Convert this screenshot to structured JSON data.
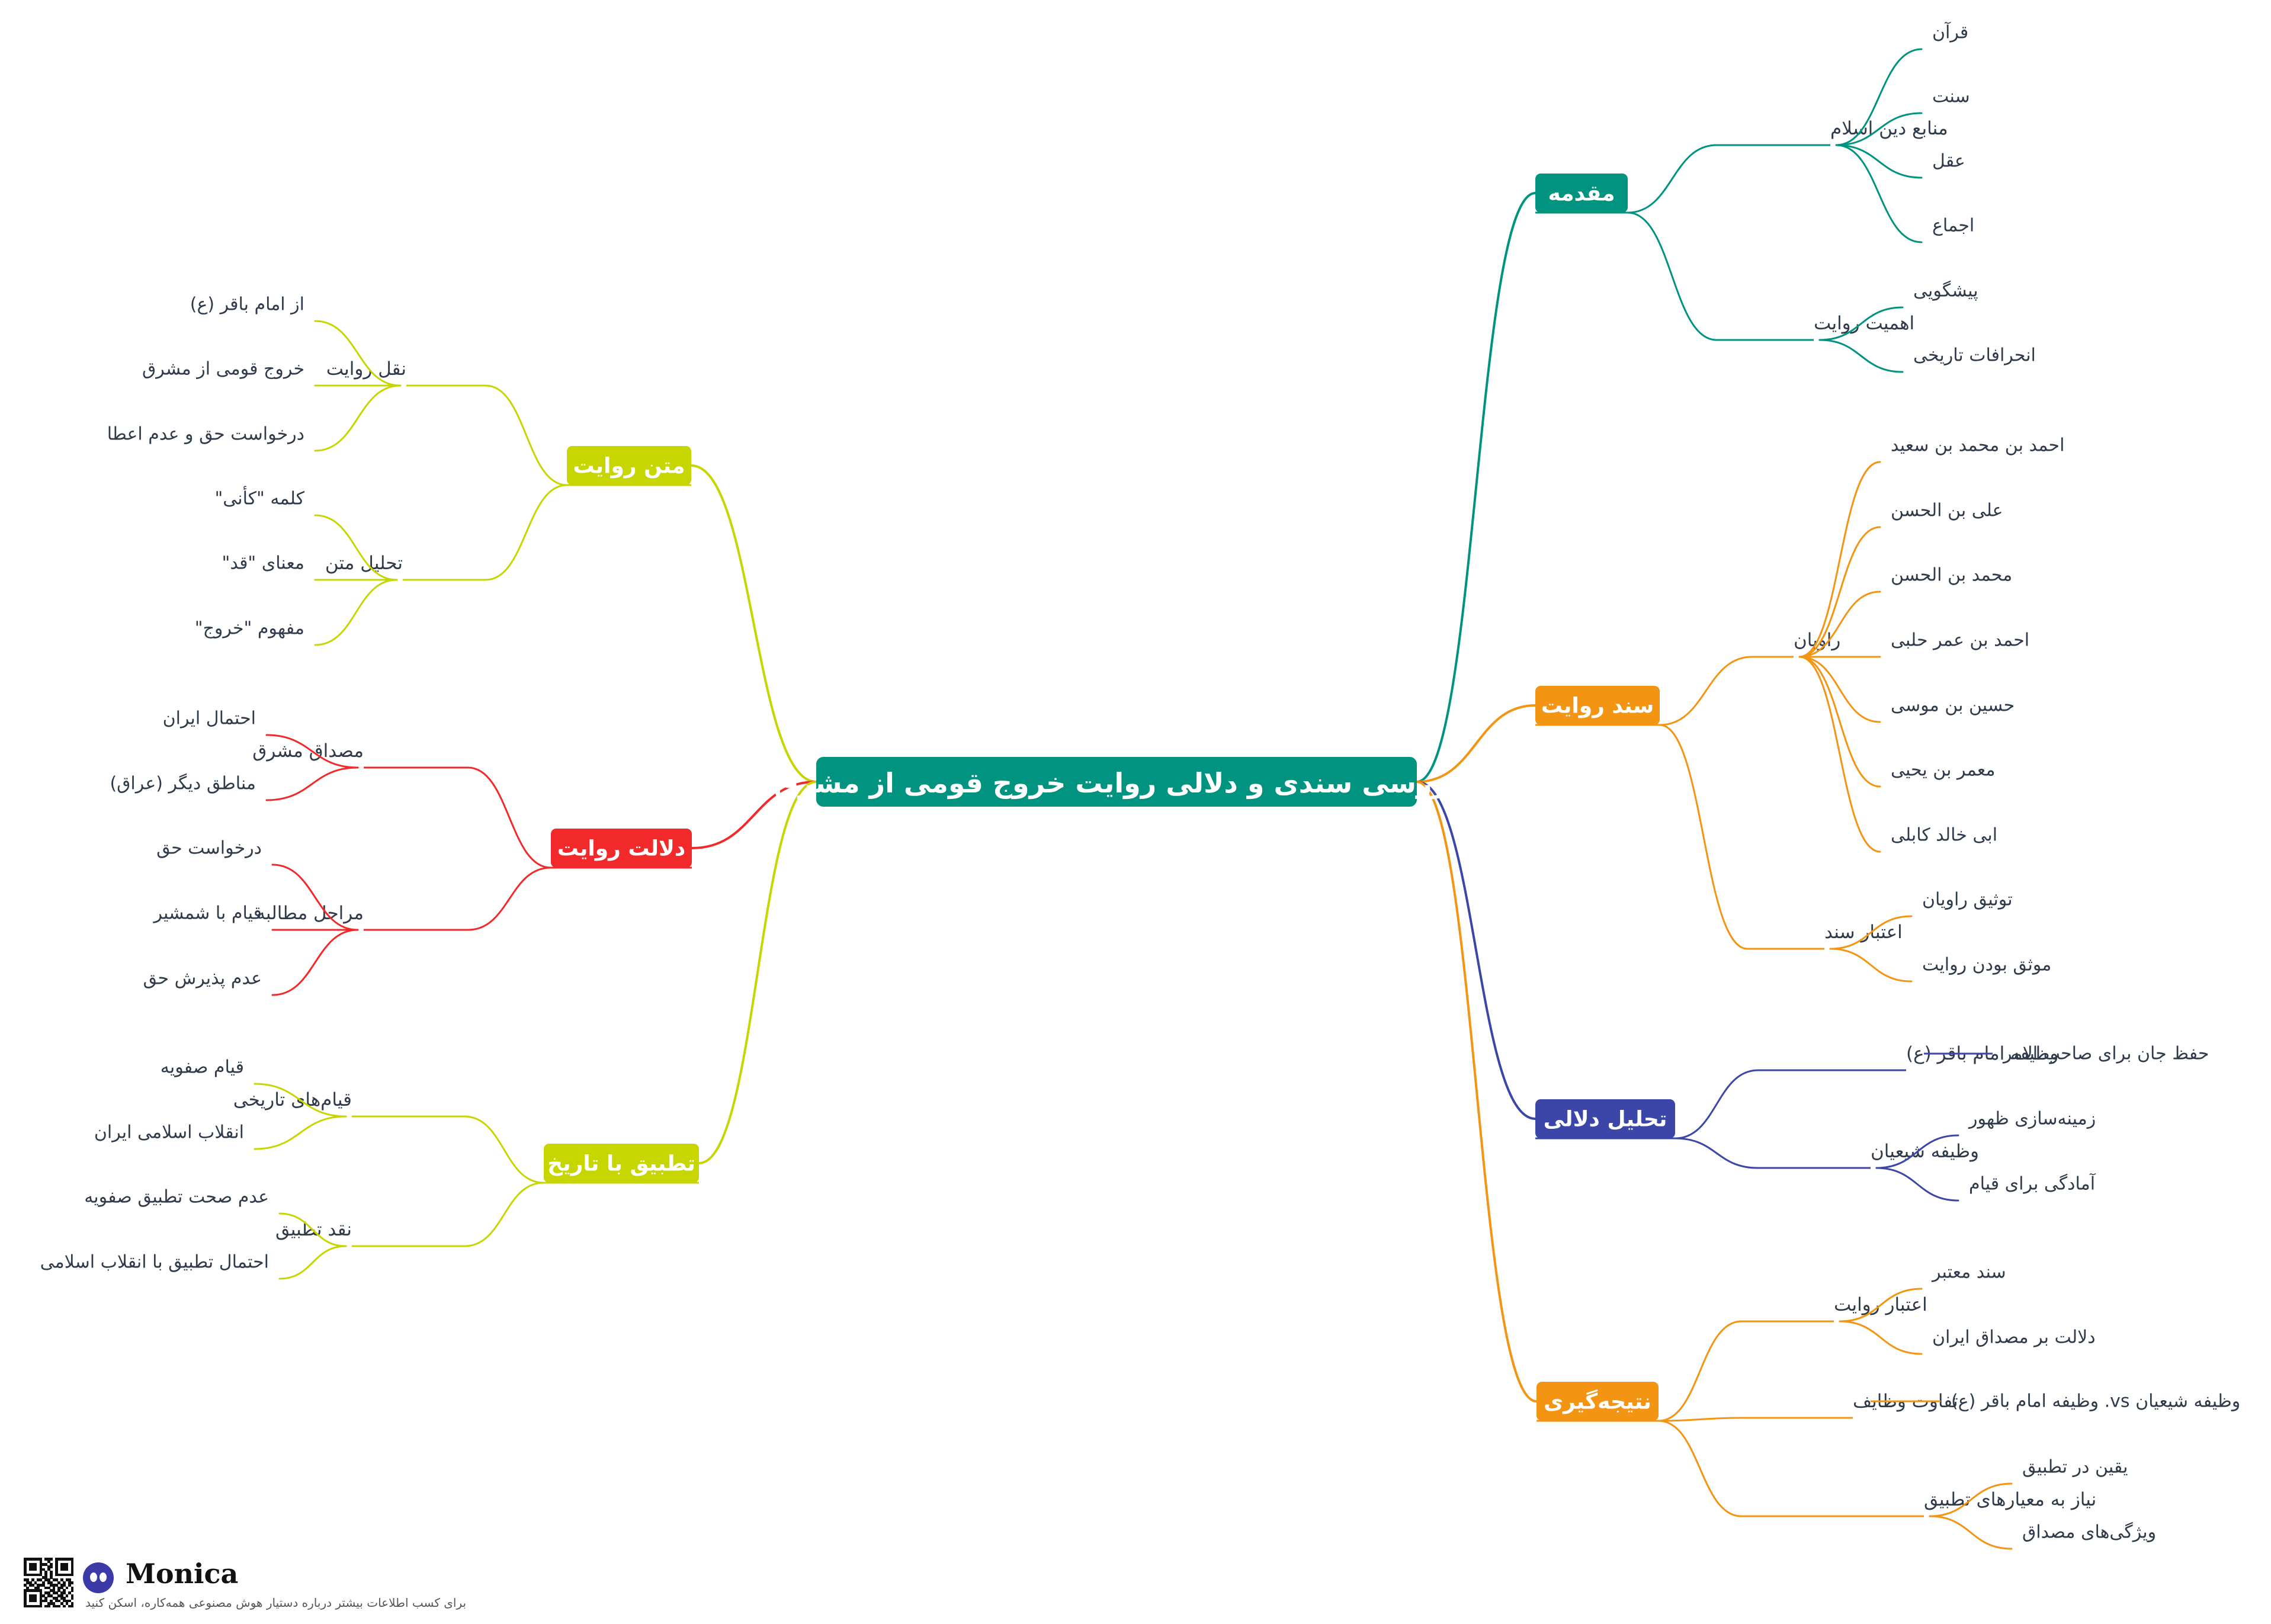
{
  "root": {
    "label": "بررسی سندی و دلالی روایت خروج قومی از مشرق",
    "color": "#00937f"
  },
  "branches": [
    {
      "label": "مقدمه",
      "color": "#00937f",
      "children": [
        {
          "label": "منابع دین اسلام",
          "children": [
            "قرآن",
            "سنت",
            "عقل",
            "اجماع"
          ]
        },
        {
          "label": "اهمیت روایت",
          "children": [
            "پیشگویی",
            "انحرافات تاریخی"
          ]
        }
      ]
    },
    {
      "label": "سند روایت",
      "color": "#f39412",
      "children": [
        {
          "label": "راویان",
          "children": [
            "احمد بن محمد بن سعید",
            "علی بن الحسن",
            "محمد بن الحسن",
            "احمد بن عمر حلبی",
            "حسین بن موسی",
            "معمر بن یحیی",
            "ابی خالد کابلی"
          ]
        },
        {
          "label": "اعتبار سند",
          "children": [
            "توثیق راویان",
            "موثق بودن روایت"
          ]
        }
      ]
    },
    {
      "label": "تحلیل دلالی",
      "color": "#3b46a8",
      "children": [
        {
          "label": "وظیفه امام باقر (ع)",
          "children": [
            "حفظ جان برای صاحب الامر"
          ]
        },
        {
          "label": "وظیفه شیعیان",
          "children": [
            "زمینه‌سازی ظهور",
            "آمادگی برای قیام"
          ]
        }
      ]
    },
    {
      "label": "نتیجه‌گیری",
      "color": "#f39412",
      "children": [
        {
          "label": "اعتبار روایت",
          "children": [
            "سند معتبر",
            "دلالت بر مصداق ایران"
          ]
        },
        {
          "label": "تفاوت وظایف",
          "children": [
            "وظیفه شیعیان vs. وظیفه امام باقر (ع)"
          ]
        },
        {
          "label": "نیاز به معیارهای تطبیق",
          "children": [
            "یقین در تطبیق",
            "ویژگی‌های مصداق"
          ]
        }
      ]
    },
    {
      "label": "متن روایت",
      "color": "#c7d600",
      "children": [
        {
          "label": "نقل روایت",
          "children": [
            "از امام باقر (ع)",
            "خروج قومی از مشرق",
            "درخواست حق و عدم اعطا"
          ]
        },
        {
          "label": "تحلیل متن",
          "children": [
            "کلمه \"کأنی\"",
            "معنای \"قد\"",
            "مفهوم \"خروج\""
          ]
        }
      ]
    },
    {
      "label": "دلالت روایت",
      "color": "#f2292b",
      "children": [
        {
          "label": "مصداق مشرق",
          "children": [
            "احتمال ایران",
            "مناطق دیگر (عراق)"
          ]
        },
        {
          "label": "مراحل مطالبه",
          "children": [
            "درخواست حق",
            "قیام با شمشیر",
            "عدم پذیرش حق"
          ]
        }
      ]
    },
    {
      "label": "تطبیق با تاریخ",
      "color": "#c7d600",
      "children": [
        {
          "label": "قیام‌های تاریخی",
          "children": [
            "قیام صفویه",
            "انقلاب اسلامی ایران"
          ]
        },
        {
          "label": "نقد تطبیق",
          "children": [
            "عدم صحت تطبیق صفویه",
            "احتمال تطبیق با انقلاب اسلامی"
          ]
        }
      ]
    }
  ],
  "footer": {
    "brand": "Monica",
    "tagline": "برای کسب اطلاعات بیشتر درباره دستیار هوش مصنوعی همه‌کاره، اسکن کنید",
    "logo_icon": "monica-logo-icon",
    "qr_icon": "qr-code-icon"
  }
}
